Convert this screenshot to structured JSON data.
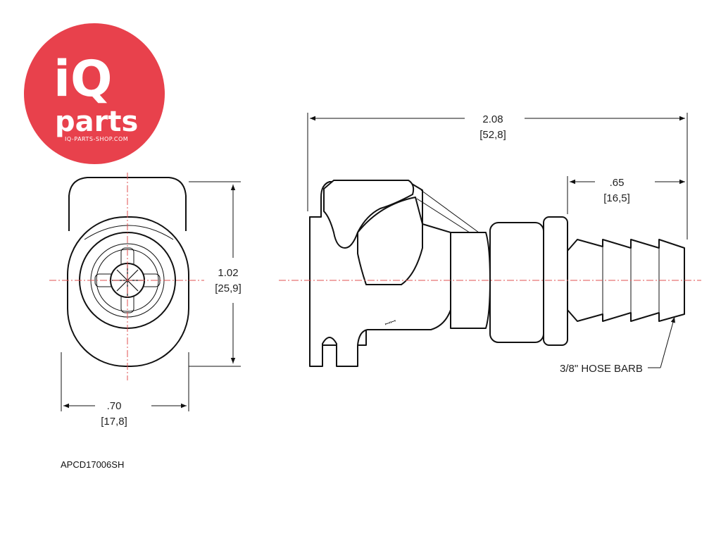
{
  "logo": {
    "brand_iq": "iQ",
    "brand_parts": "parts",
    "site": "IQ-PARTS-SHOP.COM",
    "color": "#e8414c"
  },
  "dimensions": {
    "overall_length": {
      "inch": "2.08",
      "mm": "[52,8]"
    },
    "barb_length": {
      "inch": ".65",
      "mm": "[16,5]"
    },
    "height": {
      "inch": "1.02",
      "mm": "[25,9]"
    },
    "width": {
      "inch": ".70",
      "mm": "[17,8]"
    }
  },
  "callout": {
    "hose_barb": "3/8\" HOSE BARB"
  },
  "part_number": "APCD17006SH",
  "colors": {
    "centerline": "#e05050",
    "line": "#111111"
  }
}
